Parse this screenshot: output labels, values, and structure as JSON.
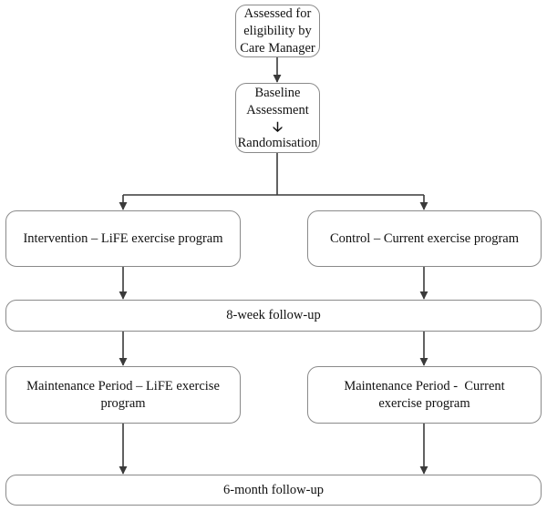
{
  "flowchart": {
    "eligibility": "Assessed for eligibility by Care Manager",
    "baseline": {
      "line1": "Baseline Assessment",
      "arrow_icon": "down-arrow-icon",
      "line2": "Randomisation"
    },
    "intervention": "Intervention – LiFE exercise program",
    "control": "Control – Current exercise program",
    "followup_8week": "8-week follow-up",
    "maintenance_life": "Maintenance Period – LiFE exercise program",
    "maintenance_current": "Maintenance Period -  Current exercise program",
    "followup_6month": "6-month follow-up"
  },
  "colors": {
    "border": "#8a8a8a",
    "connector": "#3a3a3a",
    "text": "#111111"
  }
}
